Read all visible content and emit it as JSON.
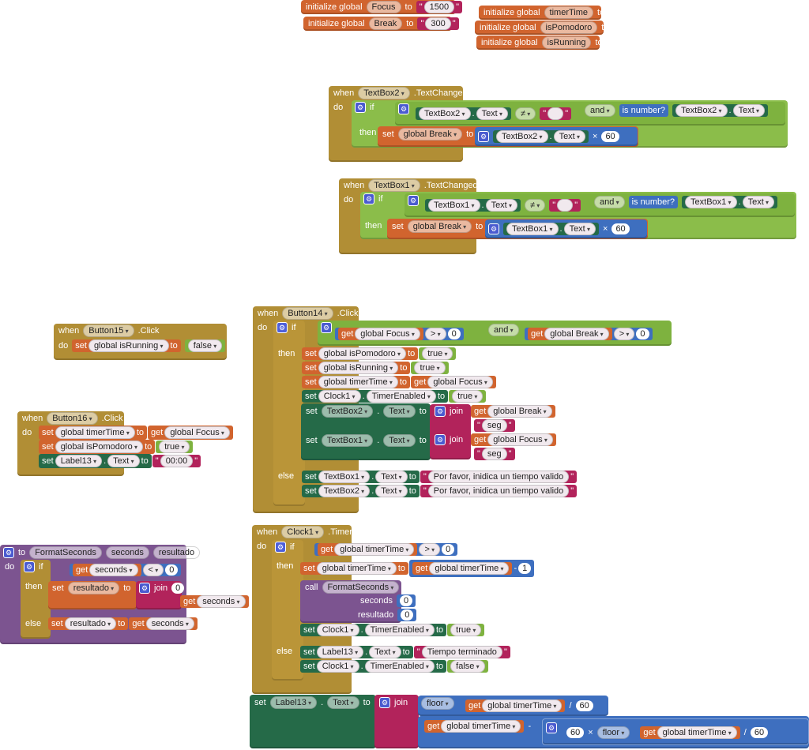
{
  "colors": {
    "variables": "#d1642e",
    "events": "#b18e35",
    "logic": "#7eb23f",
    "math": "#3e6fbf",
    "components": "#256a48",
    "text": "#b2235b",
    "procedures": "#7c5490"
  },
  "kw": {
    "initialize_global": "initialize global",
    "to": "to",
    "when": "when",
    "do": "do",
    "if": "if",
    "then": "then",
    "else": "else",
    "set": "set",
    "get": "get",
    "and": "and",
    "is_number": "is number?",
    "join": "join",
    "call": "call",
    "floor": "floor",
    "neq": "≠",
    "gt": ">",
    "lt": "<",
    "times": "×",
    "divide": "/",
    "minus": "-",
    "dot": "."
  },
  "globals": {
    "focus": {
      "name": "Focus",
      "value": "1500"
    },
    "break": {
      "name": "Break",
      "value": "300"
    },
    "timerTime": {
      "name": "timerTime"
    },
    "isPomodoro": {
      "name": "isPomodoro"
    },
    "isRunning": {
      "name": "isRunning"
    }
  },
  "events": {
    "textbox2_changed": {
      "component": "TextBox2",
      "event": ".TextChanged"
    },
    "textbox1_changed": {
      "component": "TextBox1",
      "event": ".TextChanged"
    },
    "button15_click": {
      "component": "Button15",
      "event": ".Click"
    },
    "button16_click": {
      "component": "Button16",
      "event": ".Click"
    },
    "button14_click": {
      "component": "Button14",
      "event": ".Click"
    },
    "clock1_timer": {
      "component": "Clock1",
      "event": ".Timer"
    }
  },
  "fields": {
    "textbox2": "TextBox2",
    "textbox1": "TextBox1",
    "text_prop": "Text",
    "global_break": "global Break",
    "global_focus": "global Focus",
    "global_isRunning": "global isRunning",
    "global_isPomodoro": "global isPomodoro",
    "global_timerTime": "global timerTime",
    "clock1": "Clock1",
    "timer_enabled": "TimerEnabled",
    "label13": "Label13",
    "true": "true",
    "false": "false",
    "seconds": "seconds",
    "resultado": "resultado",
    "format_seconds": "FormatSeconds"
  },
  "values": {
    "n60": "60",
    "n0": "0",
    "n1": "1",
    "empty": "",
    "seg": "seg",
    "time_zero": "00:00",
    "invalid_msg": "Por favor, inidica un tiempo valido",
    "finished_msg": "Tiempo terminado"
  }
}
